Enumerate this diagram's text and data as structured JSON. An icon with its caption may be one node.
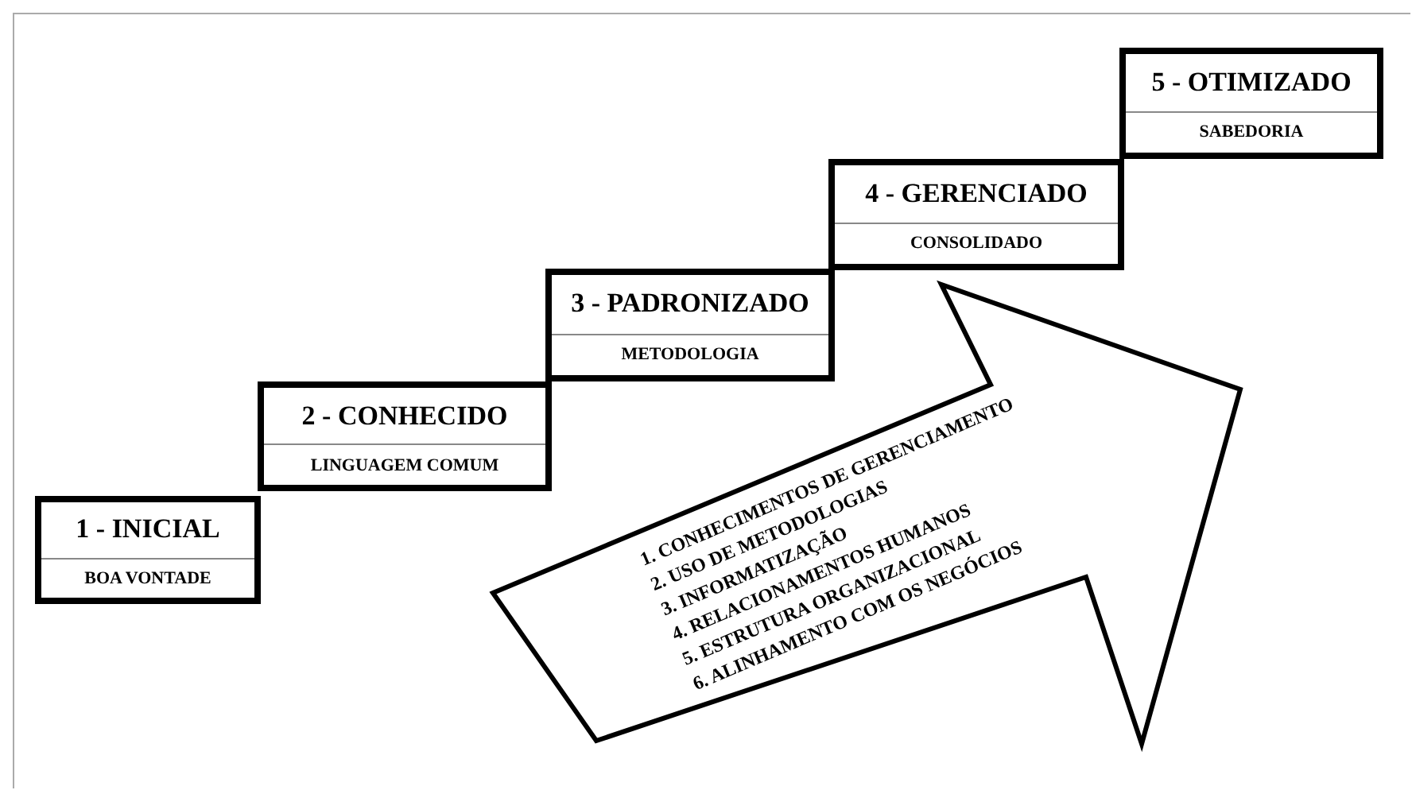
{
  "diagram": {
    "nodes": [
      {
        "text": [
          "1 - INICIAL",
          "BOA VONTADE"
        ]
      },
      {
        "text": [
          "2 - CONHECIDO",
          "LINGUAGEM COMUM"
        ]
      },
      {
        "text": [
          "3 - PADRONIZADO",
          "METODOLOGIA"
        ]
      },
      {
        "text": [
          "4 - GERENCIADO",
          "CONSOLIDADO"
        ]
      },
      {
        "text": [
          "5 - OTIMIZADO",
          "SABEDORIA"
        ]
      },
      {
        "text": [
          "1. CONHECIMENTOS DE GERENCIAMENTO",
          "2. USO DE METODOLOGIAS",
          "3. INFORMATIZAÇÃO",
          "4. RELACIONAMENTOS HUMANOS",
          "5. ESTRUTURA ORGANIZACIONAL",
          "6. ALINHAMENTO COM  OS NEGÓCIOS"
        ]
      }
    ],
    "edges": []
  }
}
